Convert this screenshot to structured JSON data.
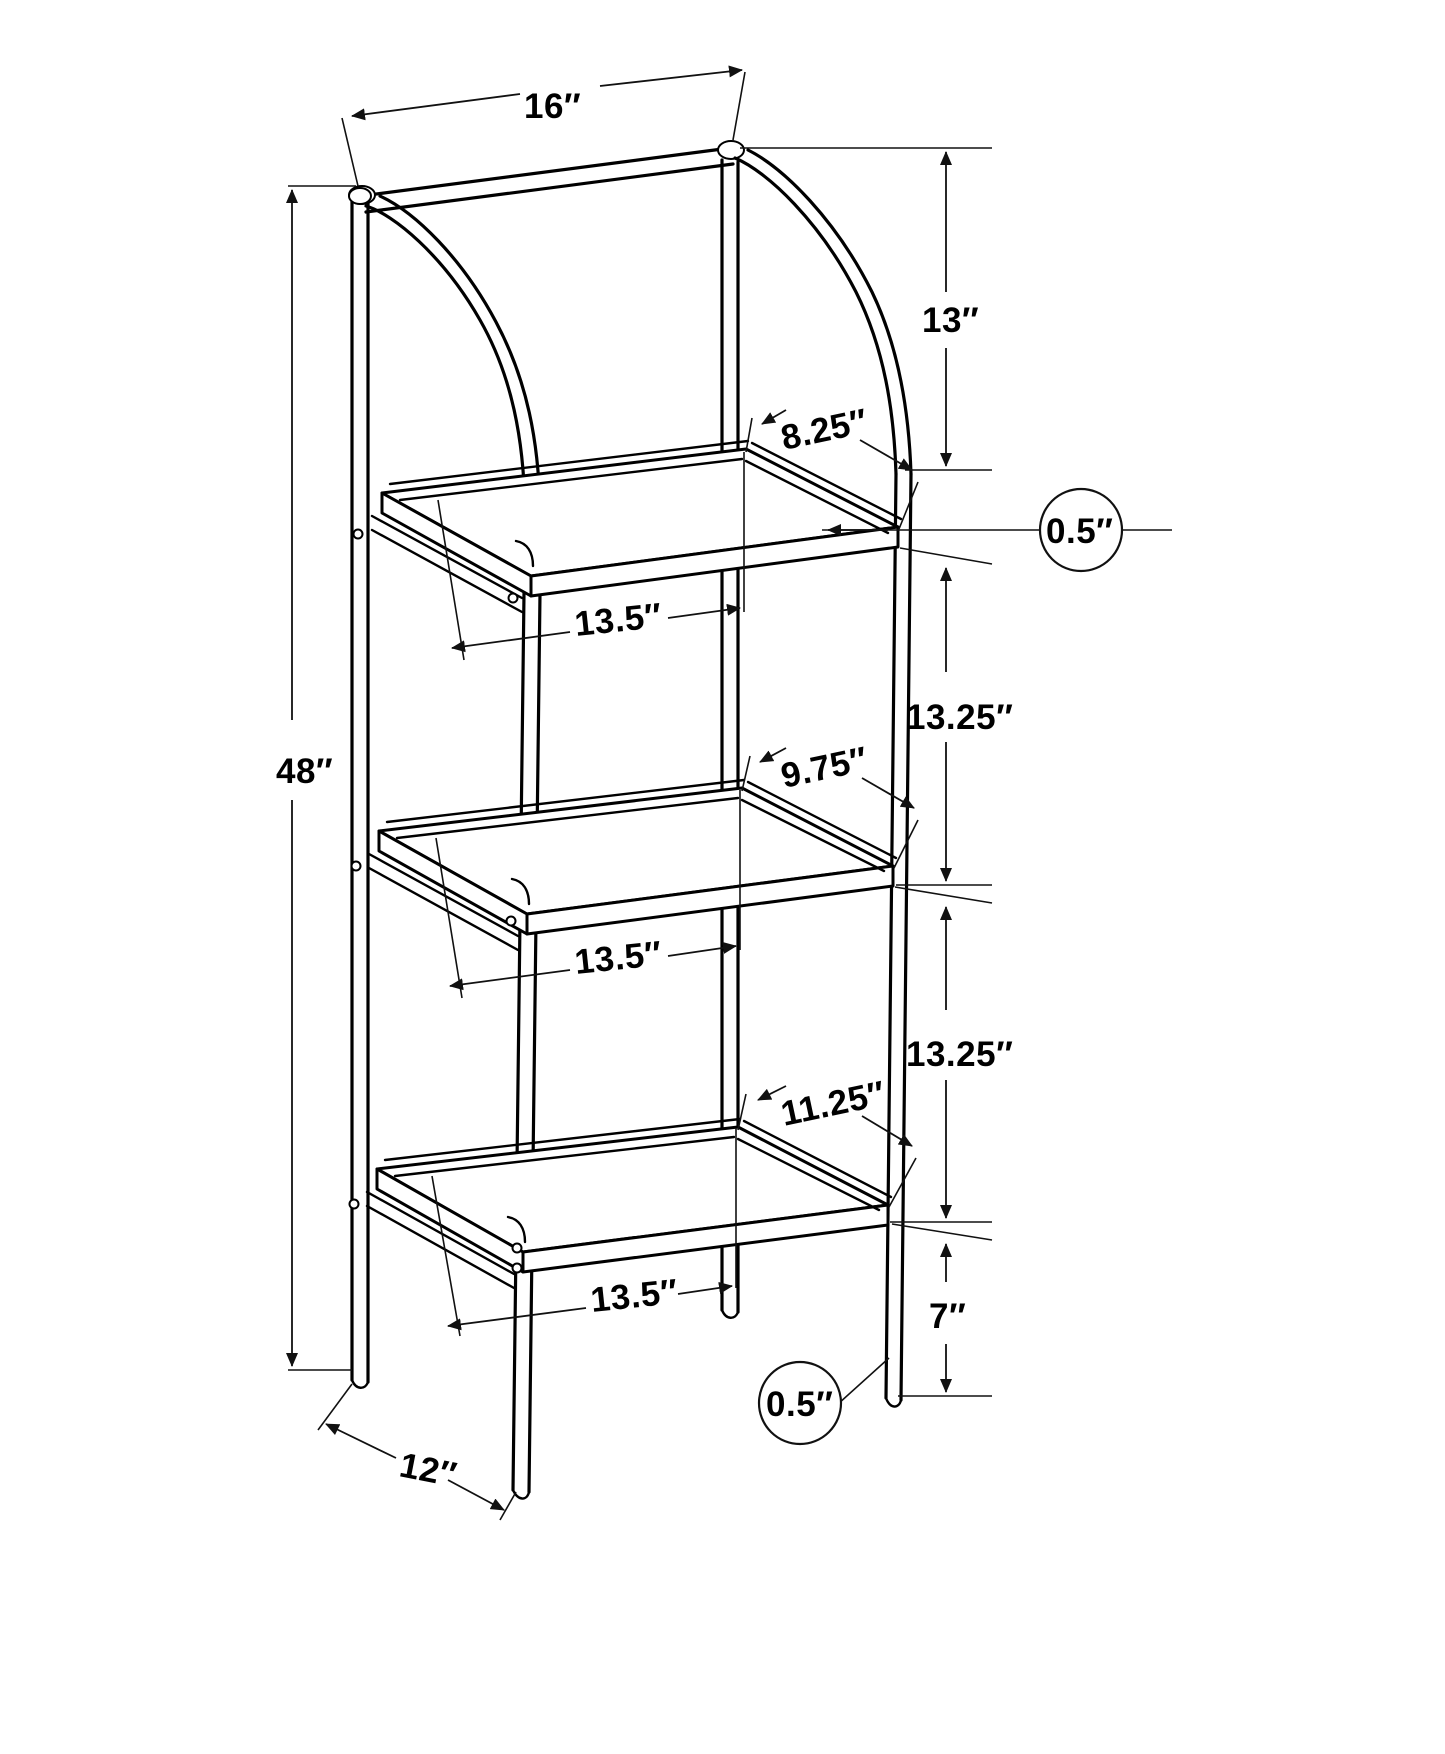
{
  "drawing": {
    "title": "3-Tier Curved-Top Etagere Bookcase Dimension Drawing",
    "units": "inches",
    "view": "isometric technical line drawing"
  },
  "dimensions": {
    "top_width": "16″",
    "overall_height": "48″",
    "depth": "12″",
    "top_arch_height": "13″",
    "top_shelf_depth": "8.25″",
    "mid_shelf_depth": "9.75″",
    "bottom_shelf_depth": "11.25″",
    "shelf_width_top": "13.5″",
    "shelf_width_mid": "13.5″",
    "shelf_width_bottom": "13.5″",
    "gap_top_to_mid": "13.25″",
    "gap_mid_to_bottom": "13.25″",
    "floor_clearance": "7″",
    "tube_diameter_top": "0.5″",
    "tube_diameter_bottom": "0.5″"
  },
  "labels": {
    "l_16": "16″",
    "l_48": "48″",
    "l_12": "12″",
    "l_13": "13″",
    "l_825": "8.25″",
    "l_975": "9.75″",
    "l_1125": "11.25″",
    "l_135_top": "13.5″",
    "l_135_mid": "13.5″",
    "l_135_bottom": "13.5″",
    "l_1325_upper": "13.25″",
    "l_1325_lower": "13.25″",
    "l_7": "7″",
    "l_05_top": "0.5″",
    "l_05_bottom": "0.5″"
  },
  "colors": {
    "line": "#000000",
    "dimension_line": "#111111",
    "background": "#ffffff"
  }
}
